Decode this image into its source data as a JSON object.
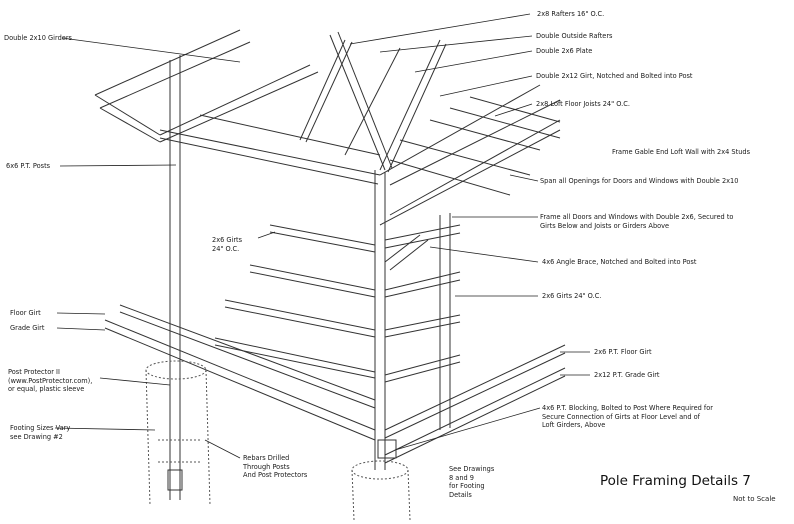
{
  "title": "Pole Framing Details 7",
  "subtitle": "Not to Scale",
  "labels": {
    "rafters": "2x8 Rafters 16\" O.C.",
    "double_outside_rafters": "Double Outside Rafters",
    "double_plate": "Double 2x6 Plate",
    "double_2x12_girt": "Double 2x12 Girt, Notched and Bolted into Post",
    "loft_floor_joists": "2x8 Loft Floor Joists 24\" O.C.",
    "frame_gable": "Frame Gable End Loft Wall with 2x4 Studs",
    "span_openings": "Span all Openings for Doors and Windows with Double 2x10",
    "frame_doors": "Frame all Doors and Windows with Double 2x6, Secured to\nGirts Below and Joists or Girders Above",
    "angle_brace": "4x6 Angle Brace, Notched and Bolted into Post",
    "girts_right": "2x6 Girts 24\" O.C.",
    "pt_floor_girt": "2x6 P.T. Floor Girt",
    "pt_grade_girt": "2x12 P.T. Grade Girt",
    "blocking": "4x6 P.T. Blocking, Bolted to Post Where Required for\nSecure Connection of Girts at Floor Level and of\nLoft Girders, Above",
    "double_girders": "Double 2x10 Girders",
    "pt_posts": "6x6 P.T. Posts",
    "girts_left": "2x6 Girts\n24\" O.C.",
    "floor_girt": "Floor Girt",
    "grade_girt": "Grade Girt",
    "post_protector": "Post Protector II\n(www.PostProtector.com),\nor equal, plastic sleeve",
    "footing_sizes": "Footing Sizes Vary\nsee Drawing #2",
    "rebars": "Rebars Drilled\nThrough Posts\nAnd Post Protectors",
    "see_drawings": "See Drawings\n8 and 9\nfor Footing\nDetails"
  }
}
